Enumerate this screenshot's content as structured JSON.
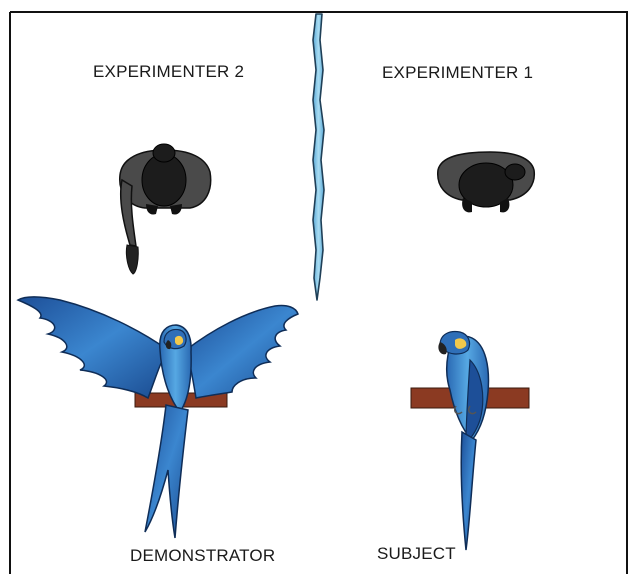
{
  "labels": {
    "experimenter_2": "EXPERIMENTER 2",
    "experimenter_1": "EXPERIMENTER 1",
    "demonstrator": "DEMONSTRATOR",
    "subject": "SUBJECT"
  },
  "colors": {
    "border": "#111111",
    "barrier": "#7ec3e6",
    "barrier_outline": "#1f3f57",
    "person_body": "#4a4a4a",
    "person_head": "#1c1c1c",
    "perch": "#8b3a22",
    "macaw_blue": "#2f6fb8",
    "macaw_light": "#4fa3de",
    "macaw_yellow": "#f2c94c"
  }
}
